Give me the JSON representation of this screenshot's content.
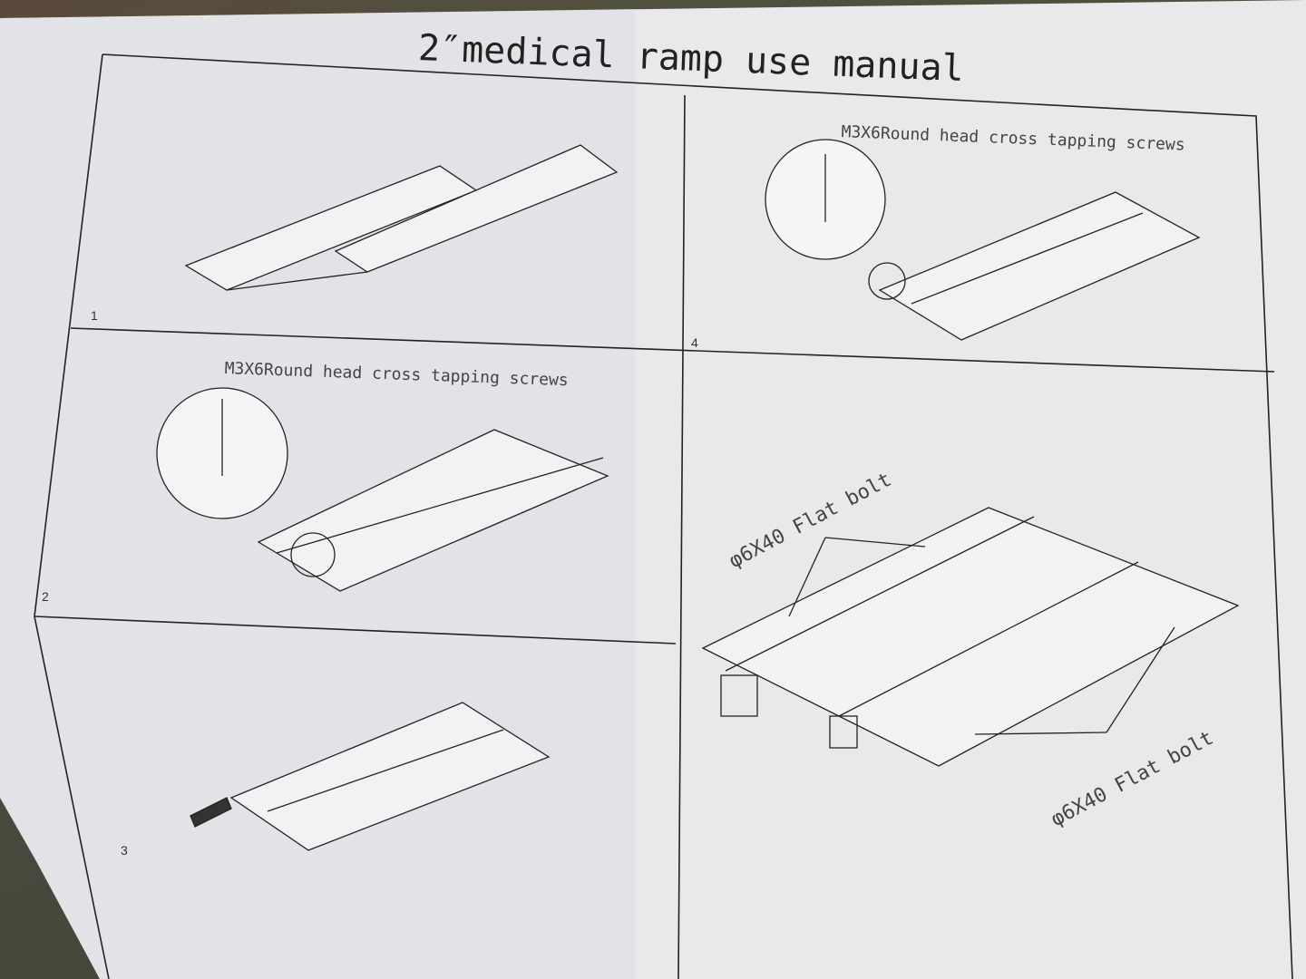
{
  "title": "2″medical ramp use manual",
  "steps": [
    {
      "number": "1"
    },
    {
      "number": "2",
      "label": "M3X6Round head cross tapping screws"
    },
    {
      "number": "3"
    },
    {
      "number": "4",
      "label": "M3X6Round head cross tapping screws"
    }
  ],
  "final_step": {
    "label_top": "φ6X40 Flat bolt",
    "label_bottom": "φ6X40 Flat bolt"
  }
}
